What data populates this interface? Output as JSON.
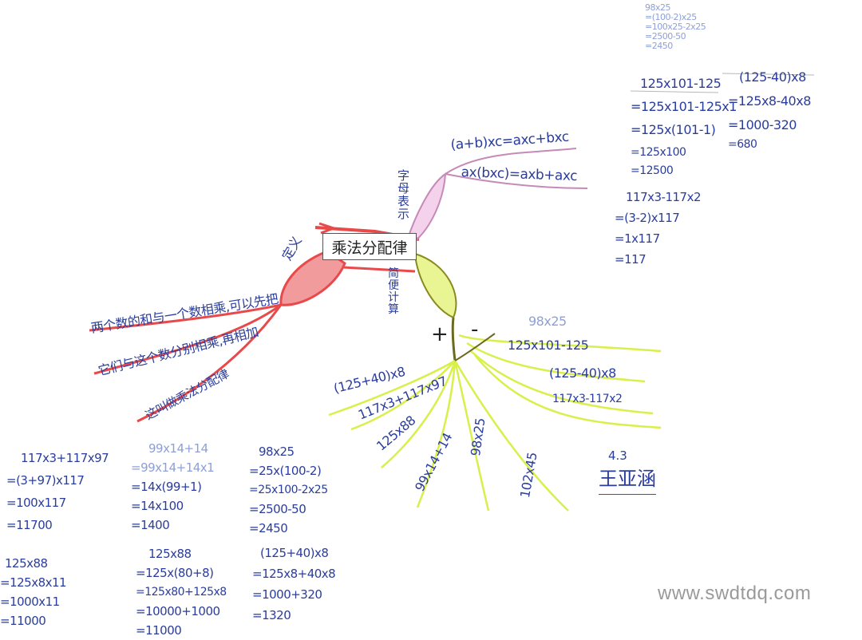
{
  "center": {
    "title": "乘法分配律"
  },
  "branches": {
    "definition": {
      "label": "定义",
      "lines": [
        "两个数的和与一个数相乘,可以先把",
        "它们与这个数分别相乘,再相加",
        "这叫做乘法分配律"
      ]
    },
    "letters": {
      "label": "字母表示",
      "formulas": [
        "(a+b)xc=axc+bxc",
        "ax(bxc)=axb+axc"
      ]
    },
    "simplify": {
      "label": "简便计算",
      "signs": [
        "+",
        "-"
      ],
      "plus_items": [
        "(125+40)x8",
        "117x3+117x97",
        "125x88",
        "99x14+14",
        "98x25",
        "102x45"
      ],
      "minus_items": [
        "98x25",
        "125x101-125",
        "(125-40)x8",
        "117x3-117x2"
      ]
    }
  },
  "top_right": {
    "faint_block": [
      "98x25",
      "=(100-2)x25",
      "=100x25-2x25",
      "=2500-50",
      "=2450"
    ],
    "calc_a": [
      "125x101-125",
      "=125x101-125x1",
      "=125x(101-1)",
      "=125x100",
      "=12500"
    ],
    "calc_b": [
      "(125-40)x8",
      "=125x8-40x8",
      "=1000-320",
      "=680"
    ],
    "calc_c": [
      "117x3-117x2",
      "=(3-2)x117",
      "=1x117",
      "=117"
    ]
  },
  "bottom": {
    "calc_1": [
      "117x3+117x97",
      "=(3+97)x117",
      "=100x117",
      "=11700"
    ],
    "calc_2": [
      "99x14+14",
      "=99x14+14x1",
      "=14x(99+1)",
      "=14x100",
      "=1400"
    ],
    "calc_3": [
      "98x25",
      "=25x(100-2)",
      "=25x100-2x25",
      "=2500-50",
      "=2450"
    ],
    "calc_4": [
      "125x88",
      "=125x8x11",
      "=1000x11",
      "=11000"
    ],
    "calc_5": [
      "125x88",
      "=125x(80+8)",
      "=125x80+125x8",
      "=10000+1000",
      "=11000"
    ],
    "calc_6": [
      "(125+40)x8",
      "=125x8+40x8",
      "=1000+320",
      "=1320"
    ]
  },
  "signature": {
    "grade": "4.3",
    "name": "王亚涵"
  },
  "watermark": "www.swdtdq.com",
  "colors": {
    "ink": "#2a3d9c",
    "red_branch": "#e8494a",
    "pink_branch": "#e9a6d8",
    "yellow_branch": "#d9ef4a",
    "olive_stem": "#6b6a1e"
  }
}
